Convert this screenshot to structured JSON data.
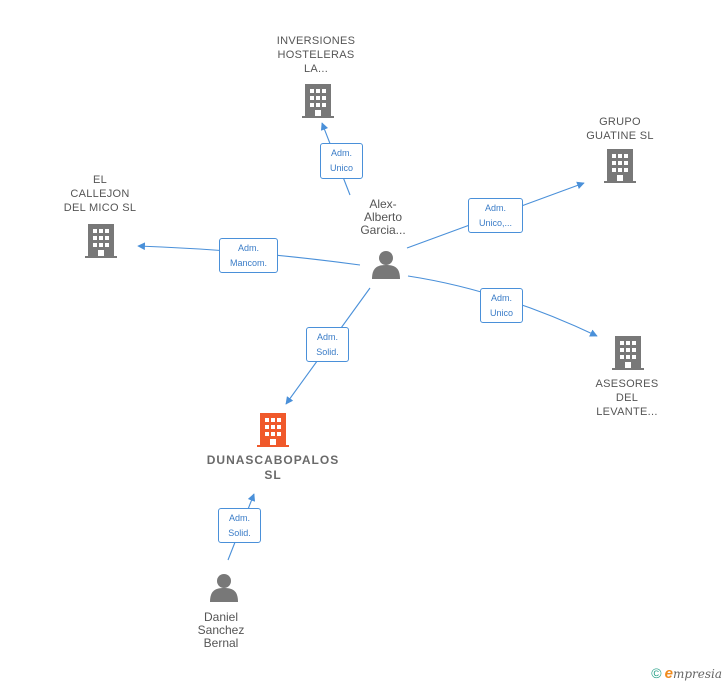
{
  "colors": {
    "company": "#787878",
    "company_main": "#f0592b",
    "person": "#787878",
    "edge": "#4a90d9",
    "edge_label_text": "#3a7cc7"
  },
  "nodes": {
    "inversiones": {
      "lines": [
        "INVERSIONES",
        "HOSTELERAS",
        "LA..."
      ],
      "icon": "building-icon"
    },
    "grupo": {
      "lines": [
        "GRUPO",
        "GUATINE  SL"
      ],
      "icon": "building-icon"
    },
    "callejon": {
      "lines": [
        "EL",
        "CALLEJON",
        "DEL MICO  SL"
      ],
      "icon": "building-icon"
    },
    "asesores": {
      "lines": [
        "ASESORES",
        "DEL",
        "LEVANTE..."
      ],
      "icon": "building-icon"
    },
    "dunas": {
      "lines": [
        "DUNASCABOPALOS",
        "SL"
      ],
      "icon": "building-icon"
    },
    "alex": {
      "lines": [
        "Alex-",
        "Alberto",
        "Garcia..."
      ],
      "icon": "person-icon"
    },
    "daniel": {
      "lines": [
        "Daniel",
        "Sanchez",
        "Bernal"
      ],
      "icon": "person-icon"
    }
  },
  "edges": {
    "to_inversiones": [
      "Adm.",
      "Unico"
    ],
    "to_grupo": [
      "Adm.",
      "Unico,..."
    ],
    "to_callejon": [
      "Adm.",
      "Mancom."
    ],
    "to_asesores": [
      "Adm.",
      "Unico"
    ],
    "to_dunas": [
      "Adm.",
      "Solid."
    ],
    "daniel_to_dunas": [
      "Adm.",
      "Solid."
    ]
  },
  "footer": {
    "copyright": "©",
    "brand_first": "e",
    "brand_rest": "mpresia"
  }
}
